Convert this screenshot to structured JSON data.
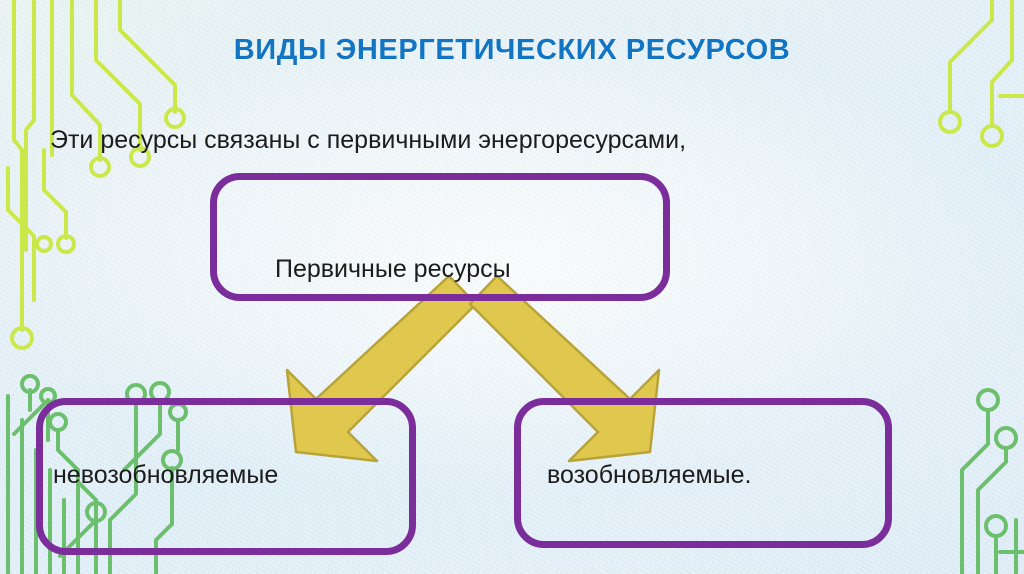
{
  "slide": {
    "title": "ВИДЫ ЭНЕРГЕТИЧЕСКИХ РЕСУРСОВ",
    "lead_text": "Эти ресурсы связаны с первичными энергоресурсами,"
  },
  "diagram": {
    "primary_node": {
      "label": "Первичные ресурсы"
    },
    "left_node": {
      "label": "невозобновляемые"
    },
    "right_node": {
      "label": "возобновляемые."
    },
    "arrows": [
      {
        "name": "arrow-to-left-node",
        "direction": "down-left"
      },
      {
        "name": "arrow-to-right-node",
        "direction": "down-right"
      }
    ]
  },
  "colors": {
    "title_blue": "#1175c4",
    "box_purple": "#7b2d9c",
    "arrow_fill": "#e0c84e",
    "arrow_stroke": "#b8a338",
    "body_text": "#1c1c1c",
    "circuit_green_light": "#cbe84a",
    "circuit_green": "#6cbf6c",
    "background": "#e3eff7"
  }
}
